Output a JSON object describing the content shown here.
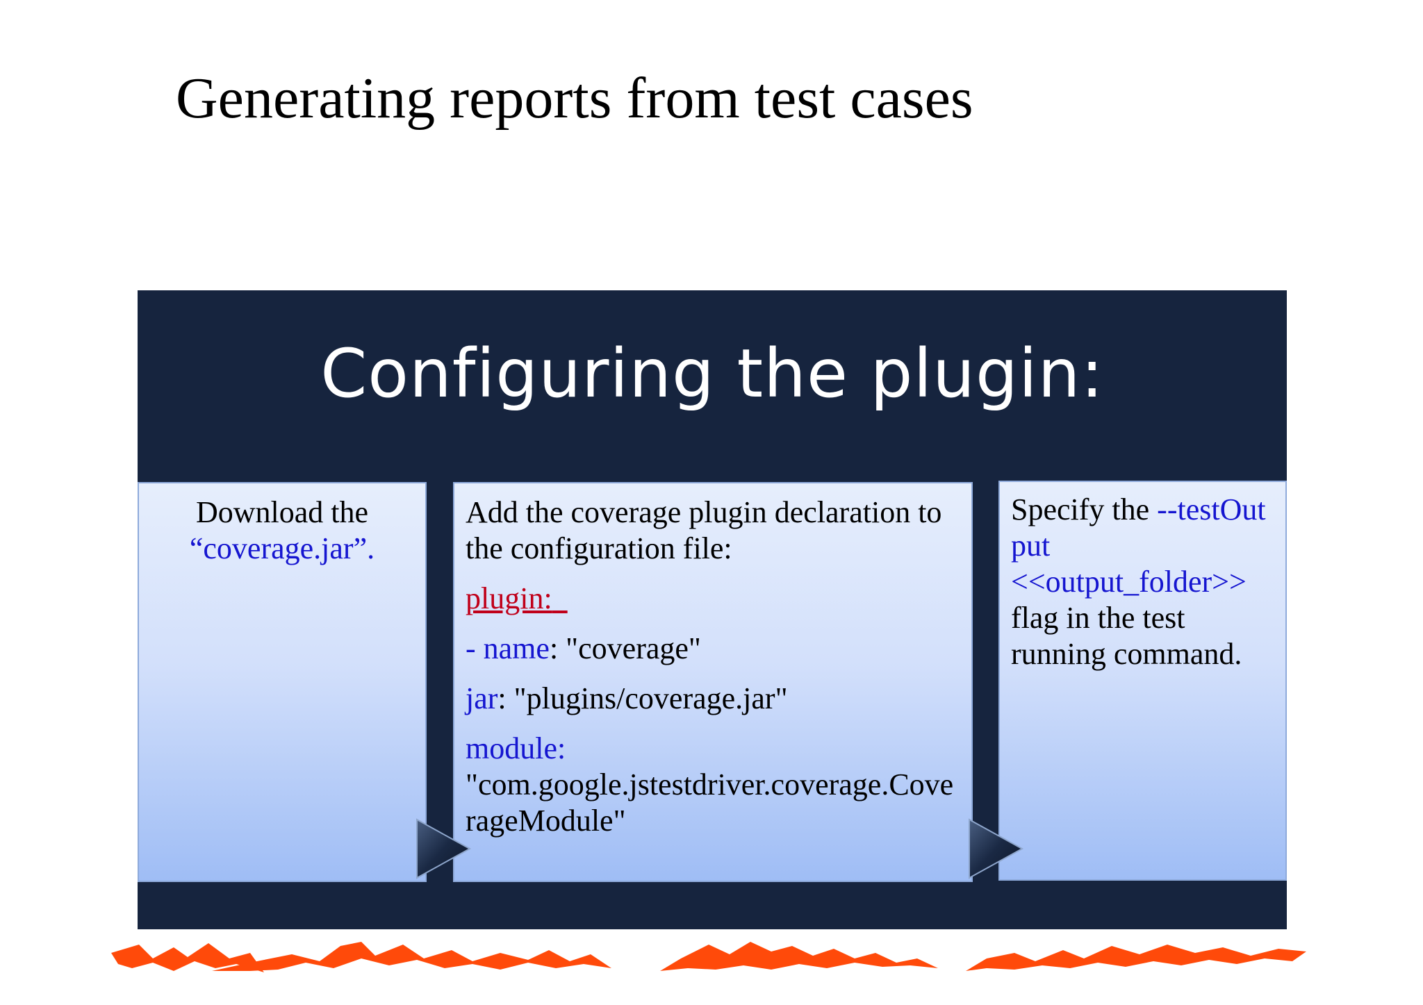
{
  "slide": {
    "title": "Generating reports from test cases"
  },
  "panel": {
    "heading": "Configuring the plugin:",
    "colors": {
      "frame": "#16243e",
      "box_top": "#e6eefc",
      "box_bottom": "#9fbdf5",
      "link_blue": "#1515d0",
      "link_red": "#c0001a",
      "mountains": "#ff4a0a"
    }
  },
  "steps": [
    {
      "line1": "Download the",
      "line2": "“coverage.jar”."
    },
    {
      "intro": "Add the coverage plugin declaration to the configuration file:",
      "plugin_key": "plugin:",
      "name_prefix": "- ",
      "name_key": "name",
      "name_value": ": \"coverage\"",
      "jar_key": "jar",
      "jar_value": ": \"plugins/coverage.jar\"",
      "module_key": "module:",
      "module_value": "\"com.google.jstestdriver.coverage.CoverageModule\""
    },
    {
      "prefix": "Specify the ",
      "flag": "--testOutput",
      "placeholder": "<<output_folder>>",
      "suffix": "flag in the test running command."
    }
  ]
}
